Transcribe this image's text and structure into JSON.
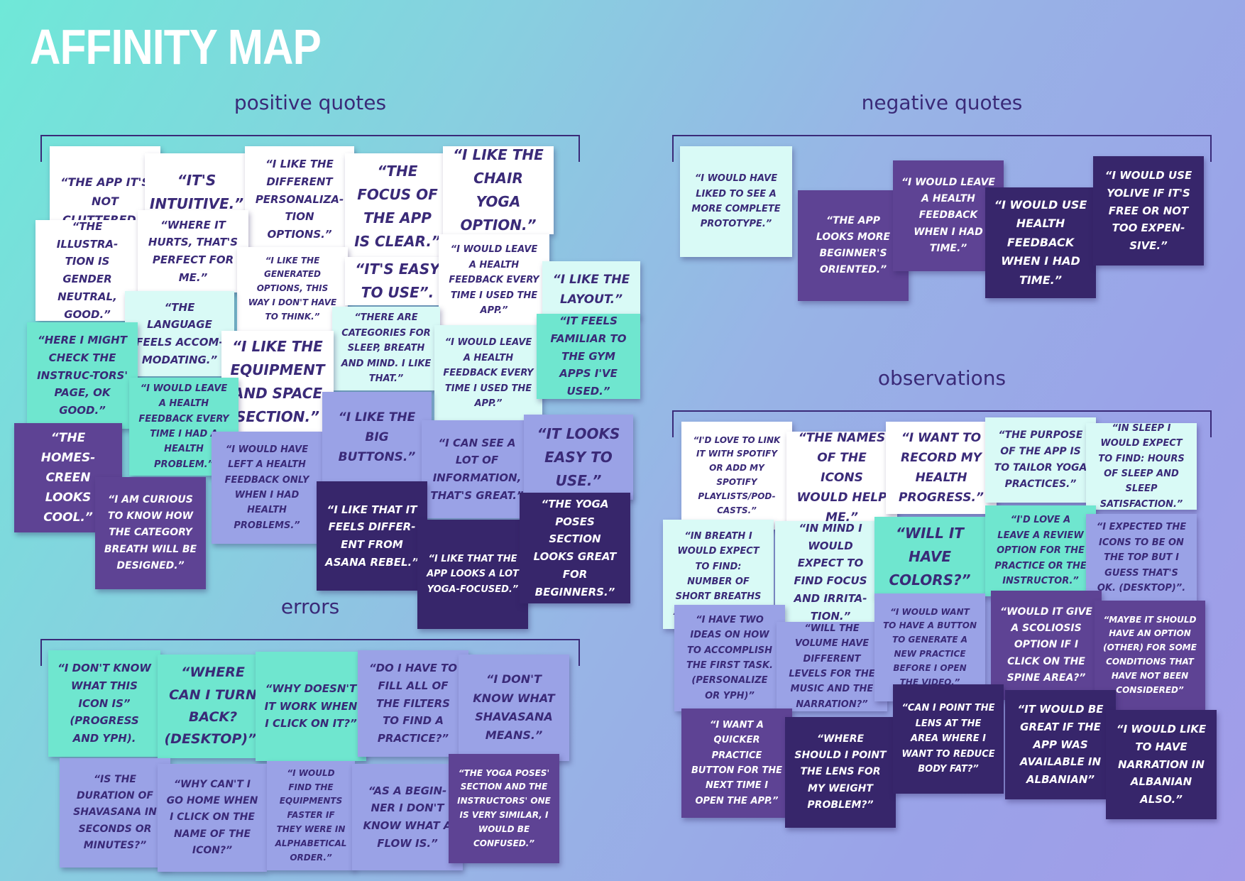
{
  "title": "AFFINITY MAP",
  "sections": {
    "positive": "positive quotes",
    "negative": "negative quotes",
    "observations": "observations",
    "errors": "errors"
  },
  "colors": {
    "white": "#ffffff",
    "mint": "#d9faf6",
    "teal": "#6fe6cf",
    "periwinkle": "#9aa2e6",
    "purple": "#5e4394",
    "dark_purple": "#37266b",
    "heading": "#3a2a78"
  },
  "notes": {
    "positive": [
      "“The app it's not cluttered.”",
      "“It's intuitive.”",
      "“I like the different personaliza-tion options.”",
      "“The focus of the app is clear.”",
      "“I like the chair yoga option.”",
      "“The illustra-tion is gender neutral, good.”",
      "“Where it hurts, that's perfect for me.”",
      "“I like the generated options, this way I don't have to think.”",
      "“It's easy to use”.",
      "“I would leave a health feedback every time I used the app.”",
      "“I like the layout.”",
      "“The language feels accom-modating.”",
      "“There are categories for sleep, breath and mind. I like that.”",
      "“Here I might check the instruc-tors' page, ok good.”",
      "“I like the equipment and space section.”",
      "“I would leave a health feedback every time I used the app.”",
      "“It feels familiar to the gym apps I've used.”",
      "“I would leave a health feedback every time I had a health problem.”",
      "“The homes-creen looks cool.”",
      "“I would have left a health feedback only when I had health problems.”",
      "“I like the big buttons.”",
      "“I can see a lot of information, that's great.”",
      "“It looks easy to use.”",
      "“I am curious to know how the category breath will be designed.”",
      "“I like that it feels differ-ent from asana rebel.”",
      "“I like that the app looks a lot yoga-focused.”",
      "“The yoga poses section looks great for beginners.”"
    ],
    "negative": [
      "“I would have liked to see a more complete prototype.”",
      "“The app looks more beginner's oriented.”",
      "“I would leave a health feedback when I had time.”",
      "“I would use health feedback when I had time.”",
      "“I would use Yolive if it's free or not too expen-sive.”"
    ],
    "observations": [
      "“I'd love to link it with Spotify or add my Spotify playlists/pod-casts.”",
      "“The names of the icons would help me.”",
      "“I want to record my health progress.”",
      "“The purpose of the app is to tailor yoga practices.”",
      "“In Sleep I would expect to find: hours of sleep and sleep satisfaction.”",
      "“In Breath I would expect to find: number of short breaths and duration.”",
      "“In Mind I would expect to find focus and irrita-tion.”",
      "“Will it have colors?”",
      "“I'd love a leave a review option for the practice or the instructor.”",
      "“I expected the icons to be on the top but I guess that's ok. (desktop)”.",
      "“I have two ideas on how to accomplish the first task. (personalize or YPH)”",
      "“Will the volume have different levels for the music and the narration?”",
      "“I would want to have a button to generate a new practice before I open the video.”",
      "“Would it give a scoliosis option if I click on the spine area?”",
      "“Maybe it should have an option (other) for some conditions that have not been considered”",
      "“I want a quicker practice button for the next time I open the app.”",
      "“Where should I point the lens for my weight problem?”",
      "“Can I point the lens at the area where I want to reduce body fat?”",
      "“It would be great if the app was available in Albanian”",
      "“I would like to have narration in Albanian also.”"
    ],
    "errors": [
      "“I don't know what this icon is” (progress and YPH).",
      "“Where can I turn back? (desktop)”.",
      "“Why doesn't it work when I click on it?”",
      "“Do I have to fill all of the filters to find a practice?”",
      "“I don't know what Shavasana means.”",
      "“Is the duration of Shavasana in seconds or minutes?”",
      "“Why can't I go home when I click on the name of the icon?”",
      "“I would find the equipments faster if they were in alphabetical order.”",
      "“As a begin-ner I don't know what a flow is.”",
      "“The yoga poses' section and the instructors' one is very similar, I would be confused.”"
    ]
  }
}
